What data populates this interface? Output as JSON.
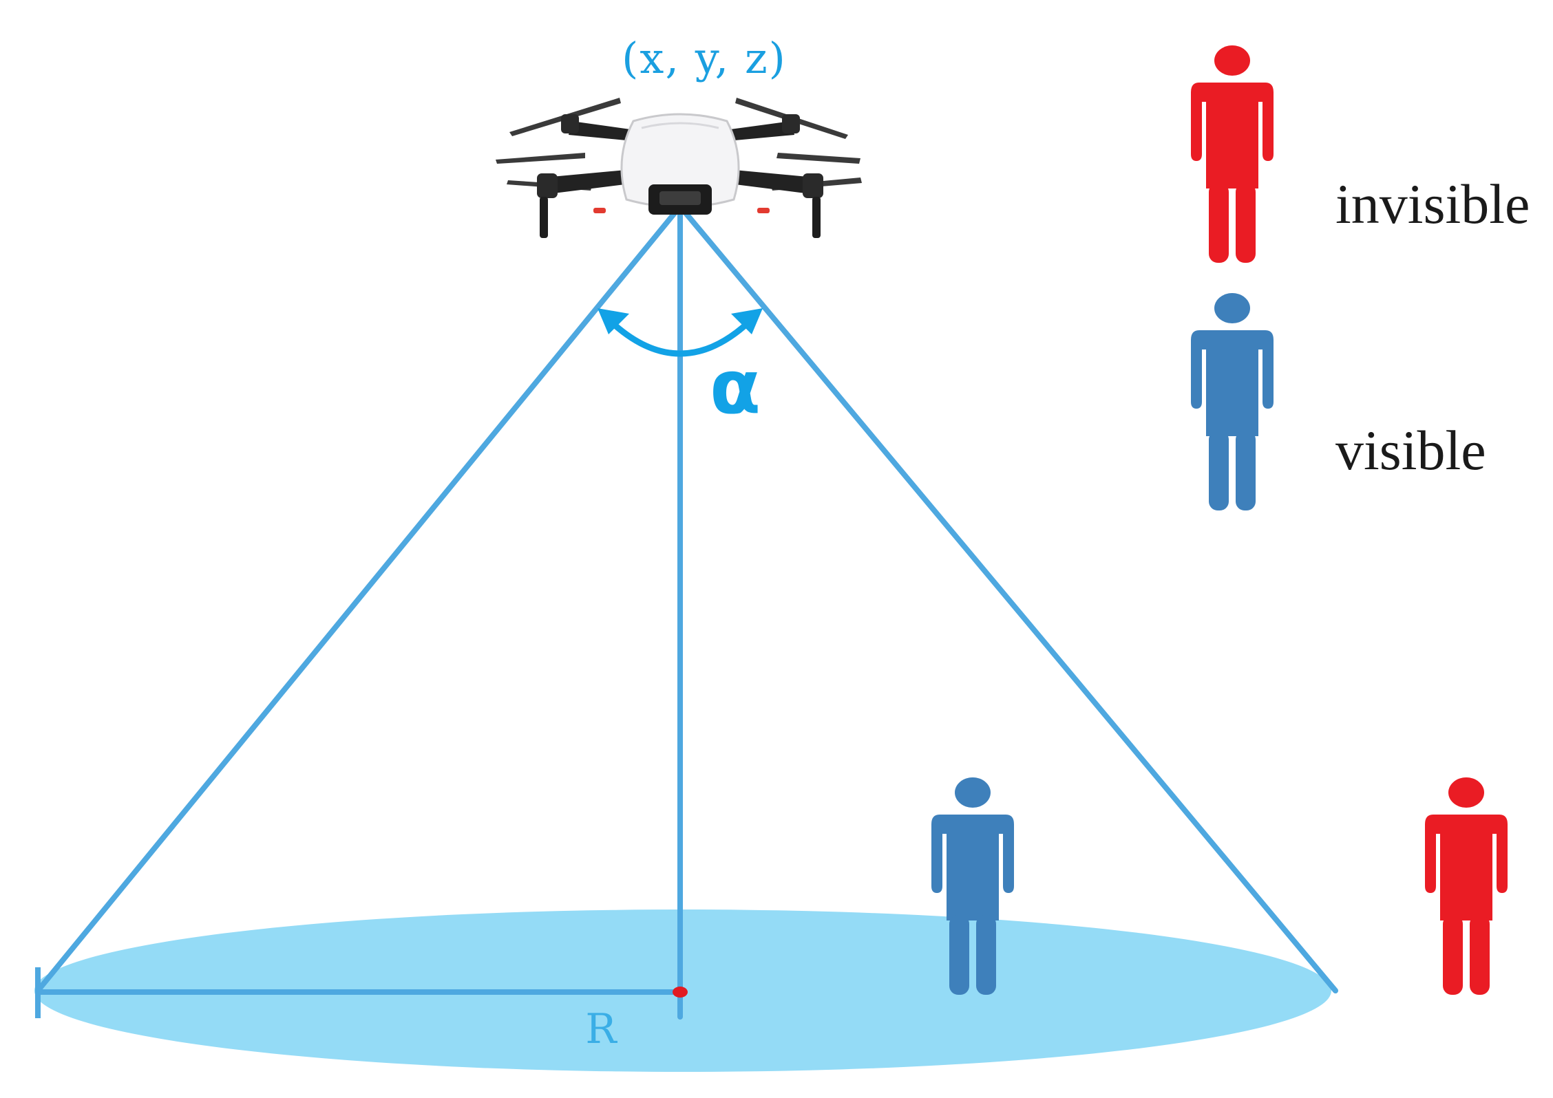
{
  "drone": {
    "position_label": "(x, y, z)"
  },
  "field_of_view": {
    "angle_label": "α",
    "radius_label": "R"
  },
  "legend": {
    "items": [
      {
        "label": "invisible",
        "color": "#ea1c24"
      },
      {
        "label": "visible",
        "color": "#3e80bb"
      }
    ]
  },
  "colors": {
    "cone_lines": "#4ea8e0",
    "ground_area": "#94dbf6",
    "angle_arc": "#12a2e6",
    "center_point": "#e21b22",
    "person_visible": "#3e80bb",
    "person_invisible": "#ea1c24"
  }
}
